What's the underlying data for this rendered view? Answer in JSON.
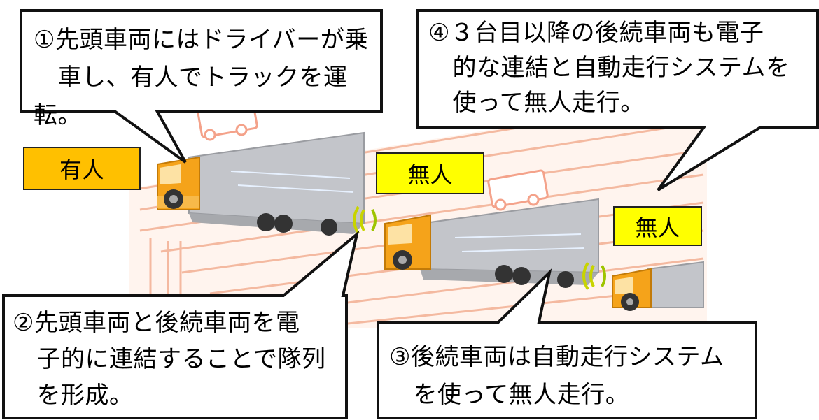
{
  "callouts": {
    "lead_driver": "①先頭車両にはドライバーが乗\n　車し、有人でトラックを運転。",
    "unmanned_third": "④３台目以降の後続車両も電子\n　的な連結と自動走行システムを\n　使って無人走行。",
    "platoon_link": "②先頭車両と後続車両を電\n　子的に連結することで隊列\n　を形成。",
    "follow_auto": "③後続車両は自動走行システム\n　を使って無人走行。"
  },
  "tags": {
    "manned": "有人",
    "unmanned_2": "無人",
    "unmanned_3": "無人"
  },
  "colors": {
    "manned_tag": "#ffc000",
    "unmanned_tag": "#ffff00",
    "truck_cab": "#f5a31a",
    "trailer": "#bfc1c6",
    "road_lines": "#f4b9a0",
    "signal": "#c8d400"
  }
}
